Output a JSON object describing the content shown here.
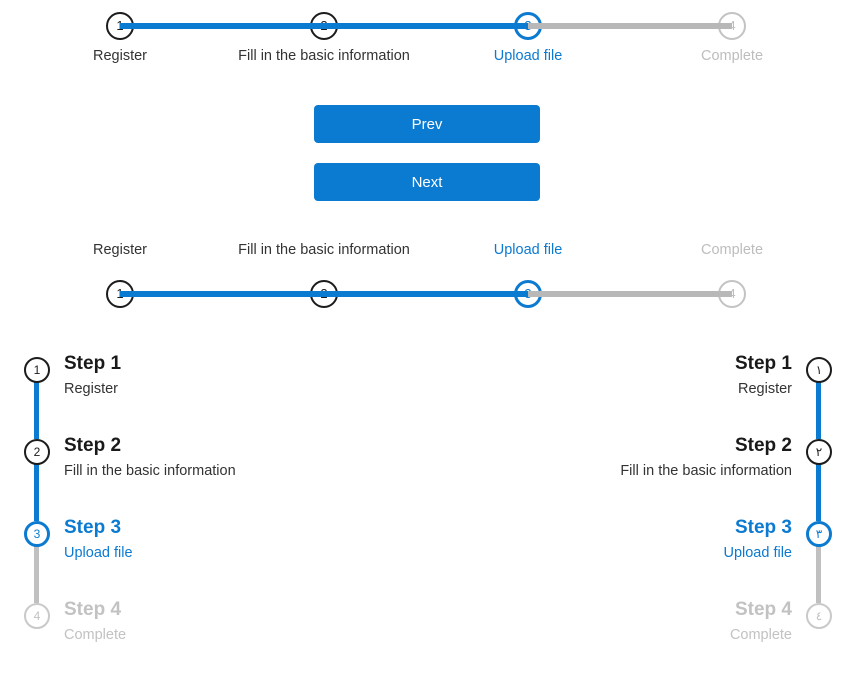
{
  "theme": {
    "accent": "#0b7ad1",
    "inactive": "#b8b8b8",
    "text": "#333333",
    "title": "#1a1a1a",
    "circle_border": "#1c1c1c",
    "background": "#ffffff"
  },
  "steps": [
    {
      "index": "1",
      "index_arabic": "١",
      "label": "Register",
      "title": "Step 1",
      "state": "done"
    },
    {
      "index": "2",
      "index_arabic": "٢",
      "label": "Fill in the basic information",
      "title": "Step 2",
      "state": "done"
    },
    {
      "index": "3",
      "index_arabic": "٣",
      "label": "Upload file",
      "title": "Step 3",
      "state": "active"
    },
    {
      "index": "4",
      "index_arabic": "٤",
      "label": "Complete",
      "title": "Step 4",
      "state": "pending"
    }
  ],
  "controls": {
    "prev_label": "Prev",
    "next_label": "Next"
  },
  "current_step": 3,
  "total_steps": 4
}
